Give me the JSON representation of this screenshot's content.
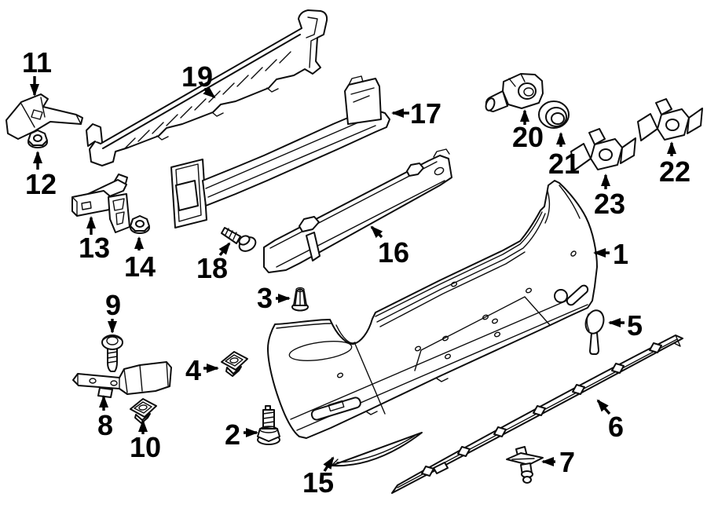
{
  "diagram": {
    "kind": "exploded-parts-line-drawing",
    "subject": "rear bumper assembly",
    "background_color": "#ffffff",
    "line_color": "#0d0d0d",
    "callout_color": "#000000",
    "callouts": [
      {
        "label": "1"
      },
      {
        "label": "2"
      },
      {
        "label": "3"
      },
      {
        "label": "4"
      },
      {
        "label": "5"
      },
      {
        "label": "6"
      },
      {
        "label": "7"
      },
      {
        "label": "8"
      },
      {
        "label": "9"
      },
      {
        "label": "10"
      },
      {
        "label": "11"
      },
      {
        "label": "12"
      },
      {
        "label": "13"
      },
      {
        "label": "14"
      },
      {
        "label": "15"
      },
      {
        "label": "16"
      },
      {
        "label": "17"
      },
      {
        "label": "18"
      },
      {
        "label": "19"
      },
      {
        "label": "20"
      },
      {
        "label": "21"
      },
      {
        "label": "22"
      },
      {
        "label": "23"
      }
    ]
  }
}
